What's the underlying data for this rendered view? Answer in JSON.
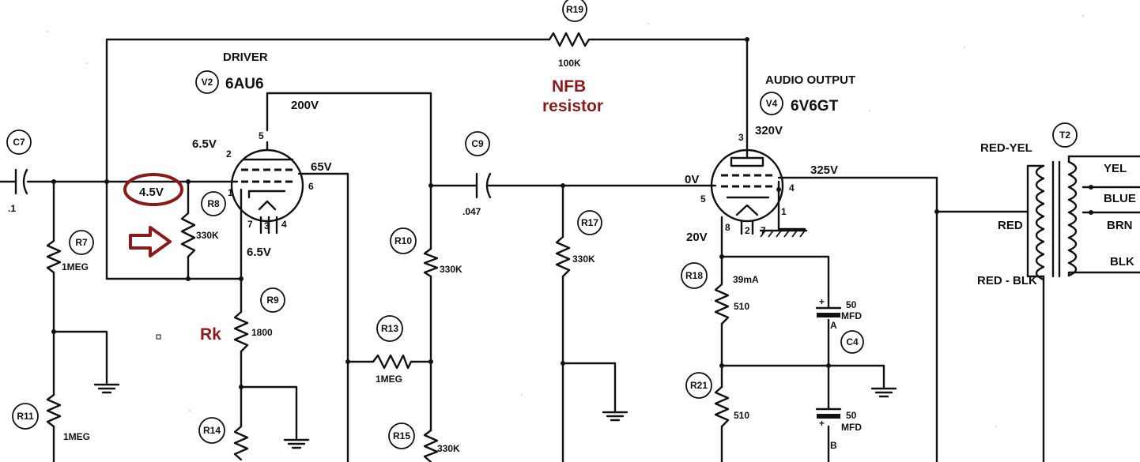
{
  "annotations": {
    "color": "#8b1a1a",
    "nfb_line1": "NFB",
    "nfb_line2": "resistor",
    "rk": "Rk",
    "arrow_icon": "right-arrow-icon",
    "highlight_icon": "ellipse-highlight-icon"
  },
  "tubes": {
    "v2": {
      "ref": "V2",
      "function": "DRIVER",
      "type": "6AU6"
    },
    "v4": {
      "ref": "V4",
      "function": "AUDIO OUTPUT",
      "type": "6V6GT"
    }
  },
  "components": {
    "r19": {
      "ref": "R19",
      "value": "100K"
    },
    "r8": {
      "ref": "R8",
      "value": "330K"
    },
    "r7": {
      "ref": "R7",
      "value": "1MEG"
    },
    "r9": {
      "ref": "R9",
      "value": "1800"
    },
    "r10": {
      "ref": "R10",
      "value": "330K"
    },
    "r13": {
      "ref": "R13",
      "value": "1MEG"
    },
    "r11": {
      "ref": "R11",
      "value": "1MEG"
    },
    "r14": {
      "ref": "R14"
    },
    "r15": {
      "ref": "R15",
      "value": "330K"
    },
    "r17": {
      "ref": "R17",
      "value": "330K"
    },
    "r18": {
      "ref": "R18",
      "value": "510"
    },
    "r21": {
      "ref": "R21",
      "value": "510"
    },
    "c7": {
      "ref": "C7",
      "value": ".1"
    },
    "c9": {
      "ref": "C9",
      "value": ".047"
    },
    "c4": {
      "ref": "C4",
      "a_value": "50",
      "b_value": "50",
      "unit": "MFD",
      "a": "A",
      "b": "B"
    },
    "t2": {
      "ref": "T2"
    }
  },
  "voltages": {
    "v2_screen": "200V",
    "v2_grid": "6.5V",
    "v2_grid_circled": "4.5V",
    "v2_plate": "65V",
    "v2_cathode": "6.5V",
    "v4_plate": "320V",
    "v4_grid": "0V",
    "v4_screen": "325V",
    "v4_cathode": "20V",
    "v4_current": "39mA"
  },
  "pins": {
    "v2_5": "5",
    "v2_2": "2",
    "v2_1": "1",
    "v2_6": "6",
    "v2_7": "7",
    "v2_3": "3",
    "v2_4": "4",
    "v4_3": "3",
    "v4_5": "5",
    "v4_4": "4",
    "v4_8": "8",
    "v4_2": "2",
    "v4_7": "7",
    "v4_1": "1"
  },
  "transformer_leads": {
    "red_yel": "RED-YEL",
    "red": "RED",
    "red_blk": "RED - BLK",
    "yel": "YEL",
    "blue": "BLUE",
    "brn": "BRN",
    "blk": "BLK"
  }
}
